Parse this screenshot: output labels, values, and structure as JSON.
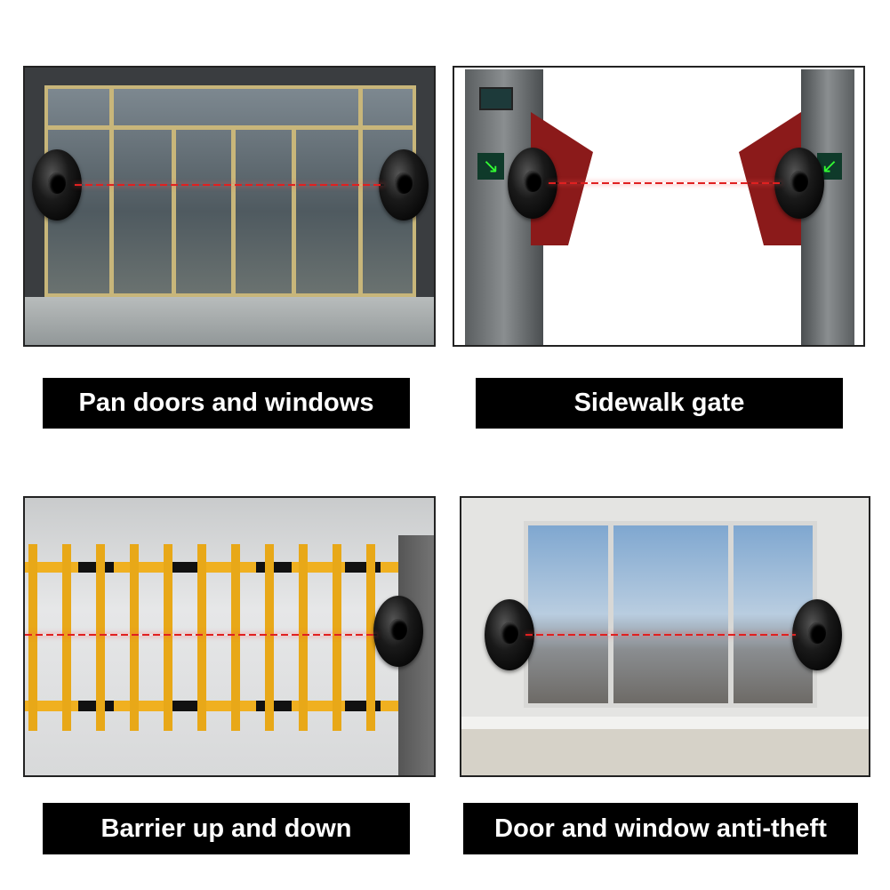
{
  "panels": [
    {
      "label": "Pan doors and windows"
    },
    {
      "label": "Sidewalk gate"
    },
    {
      "label": "Barrier up and down"
    },
    {
      "label": "Door and window anti-theft"
    }
  ],
  "colors": {
    "beam": "#e02020",
    "label_bg": "#000000",
    "label_text": "#ffffff",
    "barrier": "#f0b020",
    "flap": "#8b1a1a"
  }
}
